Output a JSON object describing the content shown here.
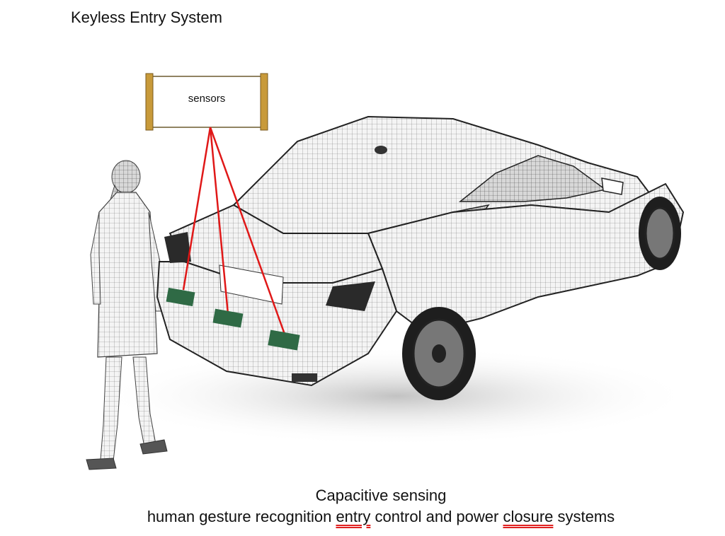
{
  "title": "Keyless Entry System",
  "sensor_box": {
    "label": "sensors"
  },
  "caption": {
    "line1": "Capacitive sensing",
    "line2_a": "human gesture recognition ",
    "line2_b": "entry",
    "line2_c": " control and power ",
    "line2_d": "closure",
    "line2_e": " systems"
  },
  "colors": {
    "connector": "#e01818",
    "sensor_pad": "#2f6a45",
    "underline": "#e02020",
    "box_frame": "#c89a3a"
  },
  "icons": [
    "woman-figure",
    "car-wireframe",
    "sensor-pads"
  ]
}
